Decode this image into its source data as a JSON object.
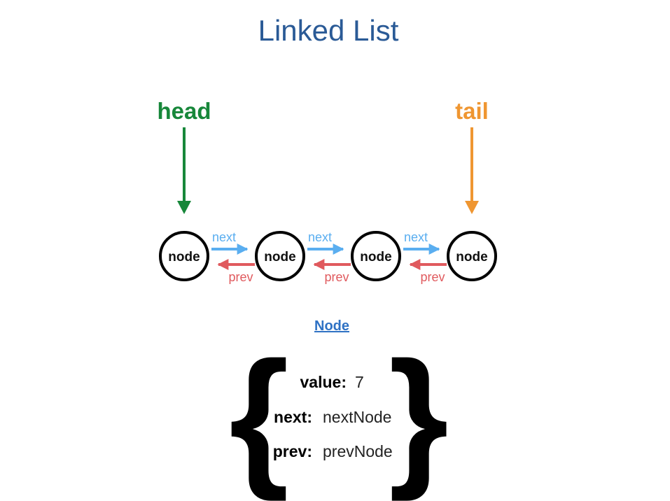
{
  "title": "Linked List",
  "pointers": {
    "head": {
      "label": "head",
      "color": "#17873a"
    },
    "tail": {
      "label": "tail",
      "color": "#ef9631"
    }
  },
  "nodes": [
    {
      "label": "node"
    },
    {
      "label": "node"
    },
    {
      "label": "node"
    },
    {
      "label": "node"
    }
  ],
  "links": {
    "next_label": "next",
    "prev_label": "prev",
    "next_color": "#5aaef0",
    "prev_color": "#e05a5e"
  },
  "node_struct": {
    "title": "Node",
    "open_brace": "{",
    "close_brace": "}",
    "fields": [
      {
        "key": "value:",
        "value": "7"
      },
      {
        "key": "next:",
        "value": "nextNode"
      },
      {
        "key": "prev:",
        "value": "prevNode"
      }
    ]
  }
}
